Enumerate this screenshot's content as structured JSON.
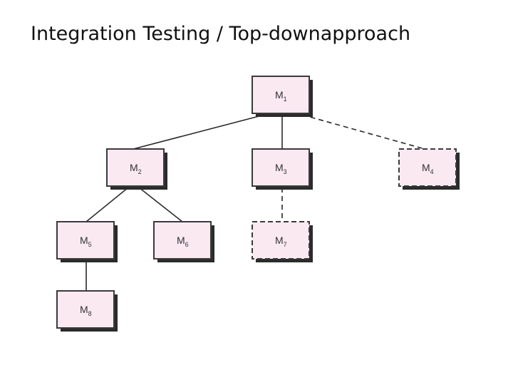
{
  "title": "Integration Testing / Top-downapproach",
  "modules": [
    {
      "id": "m1",
      "letter": "M",
      "sub": "1",
      "stub": false
    },
    {
      "id": "m2",
      "letter": "M",
      "sub": "2",
      "stub": false
    },
    {
      "id": "m3",
      "letter": "M",
      "sub": "3",
      "stub": false
    },
    {
      "id": "m4",
      "letter": "M",
      "sub": "4",
      "stub": true
    },
    {
      "id": "m5",
      "letter": "M",
      "sub": "5",
      "stub": false
    },
    {
      "id": "m6",
      "letter": "M",
      "sub": "6",
      "stub": false
    },
    {
      "id": "m7",
      "letter": "M",
      "sub": "7",
      "stub": true
    },
    {
      "id": "m8",
      "letter": "M",
      "sub": "8",
      "stub": false
    }
  ],
  "edges": [
    {
      "from": "m1",
      "to": "m2",
      "stub": false
    },
    {
      "from": "m1",
      "to": "m3",
      "stub": false
    },
    {
      "from": "m1",
      "to": "m4",
      "stub": true
    },
    {
      "from": "m2",
      "to": "m5",
      "stub": false
    },
    {
      "from": "m2",
      "to": "m6",
      "stub": false
    },
    {
      "from": "m3",
      "to": "m7",
      "stub": true
    },
    {
      "from": "m5",
      "to": "m8",
      "stub": false
    }
  ],
  "colors": {
    "box_fill": "#fbe9f2",
    "box_border": "#3a3a3a",
    "shadow": "#2b2b2b",
    "line": "#2a2a2a"
  }
}
